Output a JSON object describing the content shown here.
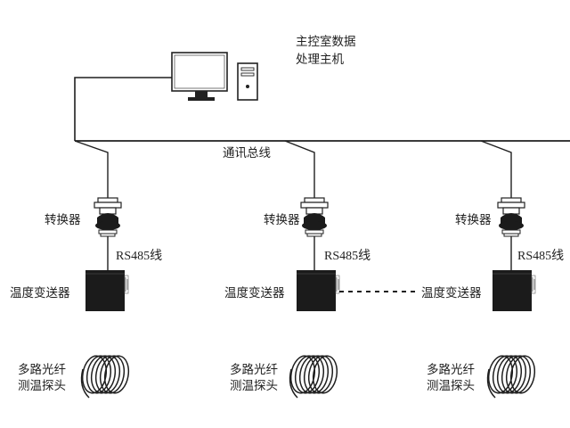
{
  "host": {
    "label_line1": "主控室数据",
    "label_line2": "处理主机",
    "icons": [
      "monitor-icon",
      "pc-tower-icon"
    ]
  },
  "bus": {
    "label": "通讯总线"
  },
  "nodes": [
    {
      "converter_label": "转换器",
      "link_label": "RS485线",
      "transmitter_label": "温度变送器",
      "probe_line1": "多路光纤",
      "probe_line2": "测温探头"
    },
    {
      "converter_label": "转换器",
      "link_label": "RS485线",
      "transmitter_label": "温度变送器",
      "probe_line1": "多路光纤",
      "probe_line2": "测温探头"
    },
    {
      "converter_label": "转换器",
      "link_label": "RS485线",
      "transmitter_label": "温度变送器",
      "probe_line1": "多路光纤",
      "probe_line2": "测温探头"
    }
  ],
  "colors": {
    "line": "#1f1f1f",
    "device": "#1b1b1b",
    "device_stroke": "#333333"
  }
}
